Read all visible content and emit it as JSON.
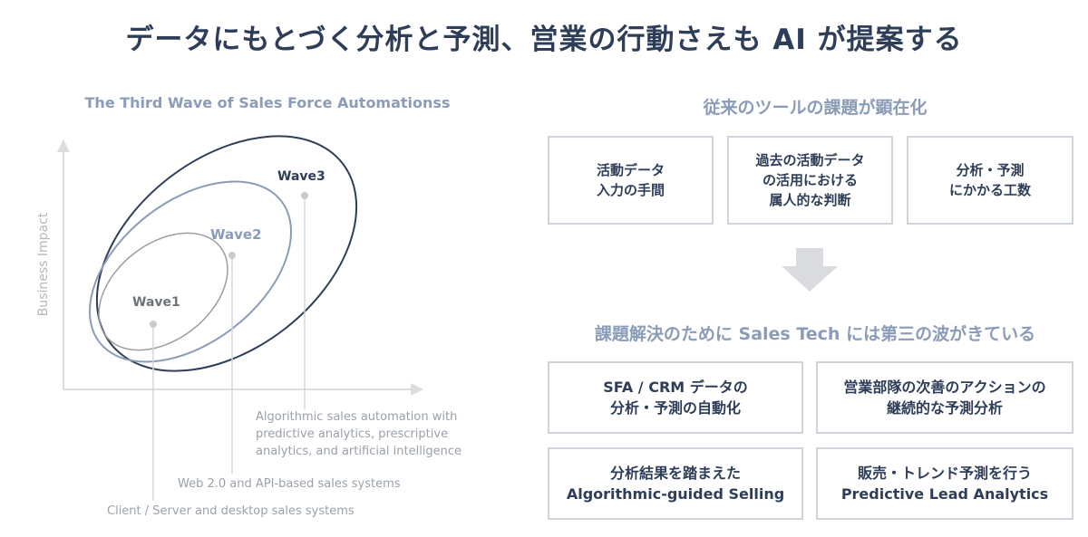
{
  "title": "データにもとづく分析と予測、営業の行動さえも AI が提案する",
  "diagram": {
    "title": "The Third Wave of Sales Force Automationss",
    "y_axis_label": "Business Impact",
    "waves": [
      {
        "label": "Wave1",
        "note": "Client / Server and desktop sales systems"
      },
      {
        "label": "Wave2",
        "note": "Web 2.0 and API-based sales systems"
      },
      {
        "label": "Wave3",
        "note_lines": [
          "Algorithmic sales automation with",
          "predictive analytics, prescriptive",
          "analytics, and artificial intelligence"
        ]
      }
    ],
    "colors": {
      "wave1": "#9a9ea5",
      "wave2": "#8a9cb8",
      "wave3": "#2e3e58",
      "axis": "#dddddd"
    }
  },
  "problems": {
    "heading": "従来のツールの課題が顕在化",
    "items": [
      "活動データ\n入力の手間",
      "過去の活動データ\nの活用における\n属人的な判断",
      "分析・予測\nにかかる工数"
    ]
  },
  "solutions": {
    "heading": "課題解決のために Sales Tech には第三の波がきている",
    "items": [
      "SFA / CRM データの\n分析・予測の自動化",
      "営業部隊の次善のアクションの\n継続的な予測分析",
      "分析結果を踏まえた\nAlgorithmic-guided Selling",
      "販売・トレンド予測を行う\nPredictive Lead Analytics"
    ]
  }
}
